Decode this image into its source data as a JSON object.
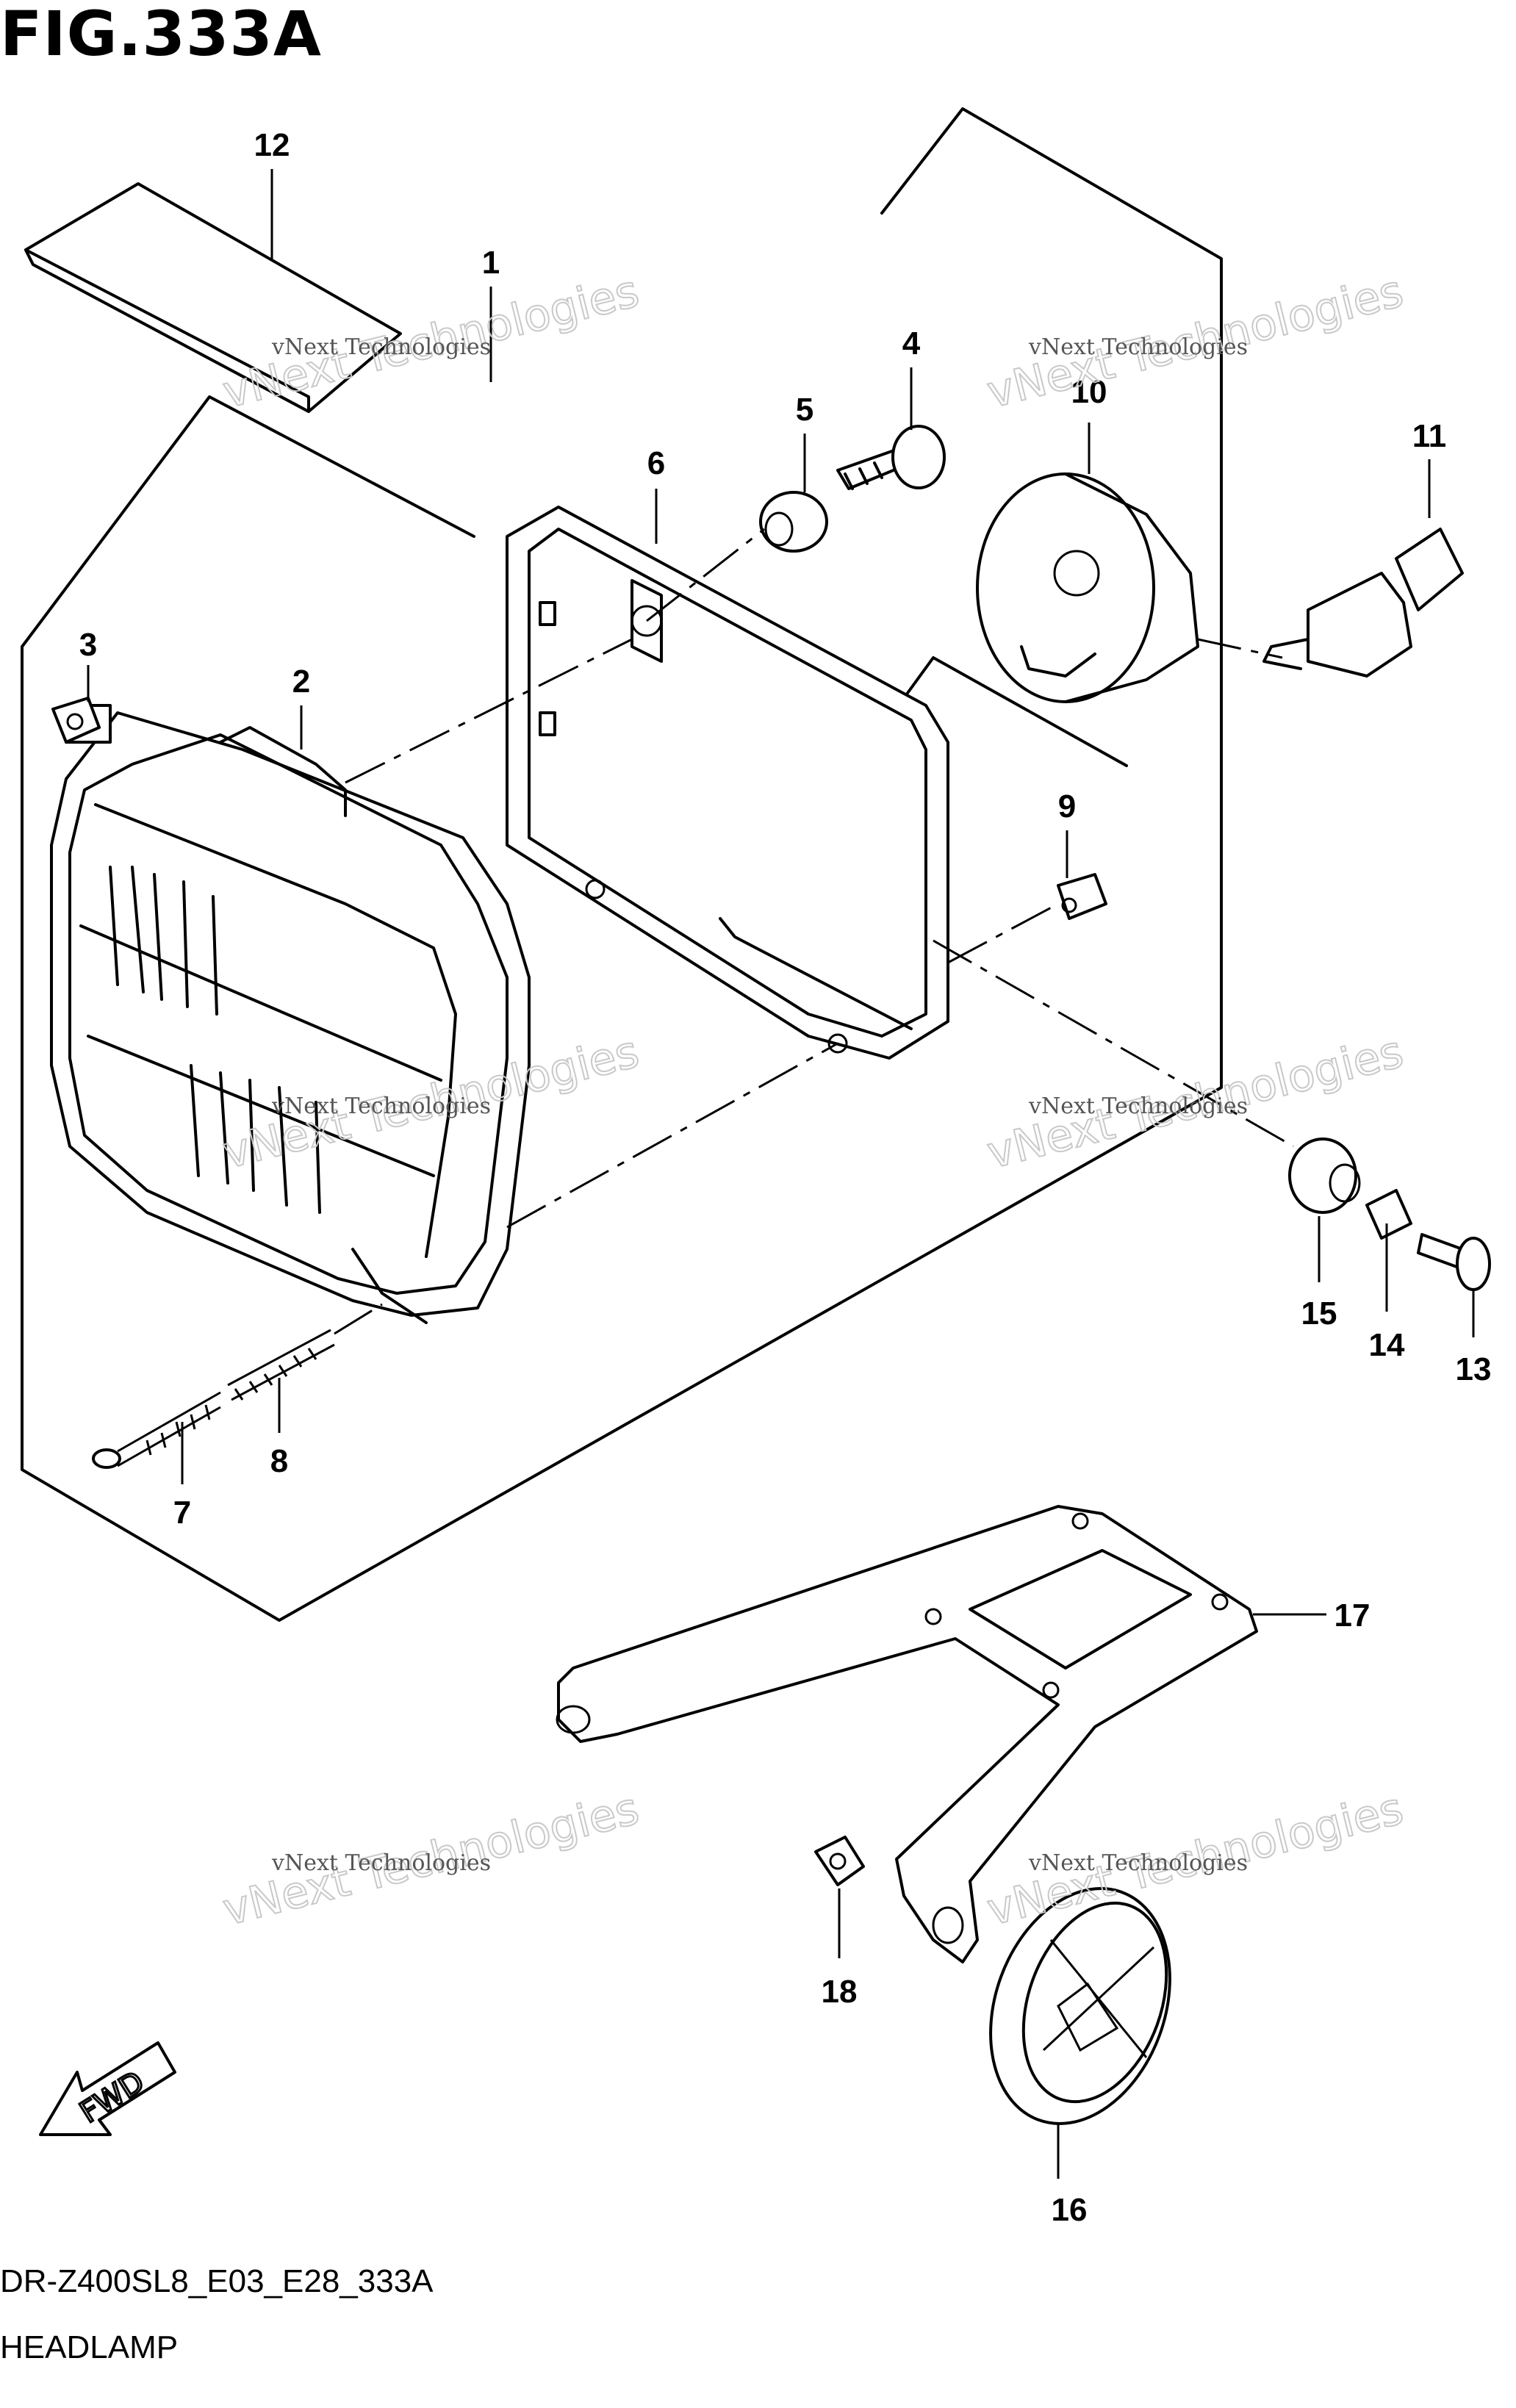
{
  "figure_title": "FIG.333A",
  "figure_code": "DR-Z400SL8_E03_E28_333A",
  "figure_name": "HEADLAMP",
  "direction_label": "FWD",
  "watermark": {
    "line1": "vNext Technologies",
    "line2": "vNext Technologies"
  },
  "callouts": [
    "1",
    "2",
    "3",
    "4",
    "5",
    "6",
    "7",
    "8",
    "9",
    "10",
    "11",
    "12",
    "13",
    "14",
    "15",
    "16",
    "17",
    "18"
  ]
}
